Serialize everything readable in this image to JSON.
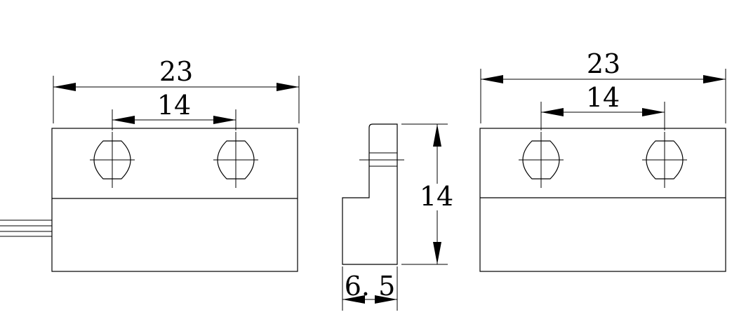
{
  "drawing": {
    "left_view": {
      "overall_width_label": "23",
      "hole_spacing_label": "14"
    },
    "side_view": {
      "height_label": "14",
      "thickness_label": "6. 5"
    },
    "right_view": {
      "overall_width_label": "23",
      "hole_spacing_label": "14"
    }
  }
}
